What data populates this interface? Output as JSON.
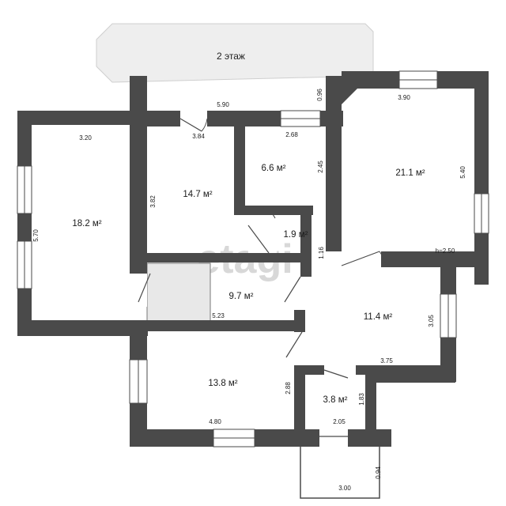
{
  "floor_label": "2 этаж",
  "watermark": "etagi",
  "rooms": {
    "bedroom_left": "18.2 м²",
    "room_top_middle": "14.7 м²",
    "bathroom": "6.6 м²",
    "big_room": "21.1 м²",
    "hall_small": "1.9 м²",
    "room_middle": "9.7 м²",
    "corridor": "11.4 м²",
    "room_bottom": "13.8 м²",
    "room_small_bottom": "3.8 м²"
  },
  "dims": {
    "d_5_90": "5.90",
    "d_0_96": "0.96",
    "d_3_90": "3.90",
    "d_3_20": "3.20",
    "d_3_84": "3.84",
    "d_2_68": "2.68",
    "d_2_45": "2.45",
    "d_5_40": "5.40",
    "d_5_70": "5.70",
    "d_3_82": "3.82",
    "d_h_2_50": "h=2.50",
    "d_1_16": "1.16",
    "d_5_23": "5.23",
    "d_3_05": "3.05",
    "d_3_75": "3.75",
    "d_2_88": "2.88",
    "d_1_83": "1.83",
    "d_4_80": "4.80",
    "d_2_05": "2.05",
    "d_0_94": "0.94",
    "d_3_00": "3.00"
  }
}
